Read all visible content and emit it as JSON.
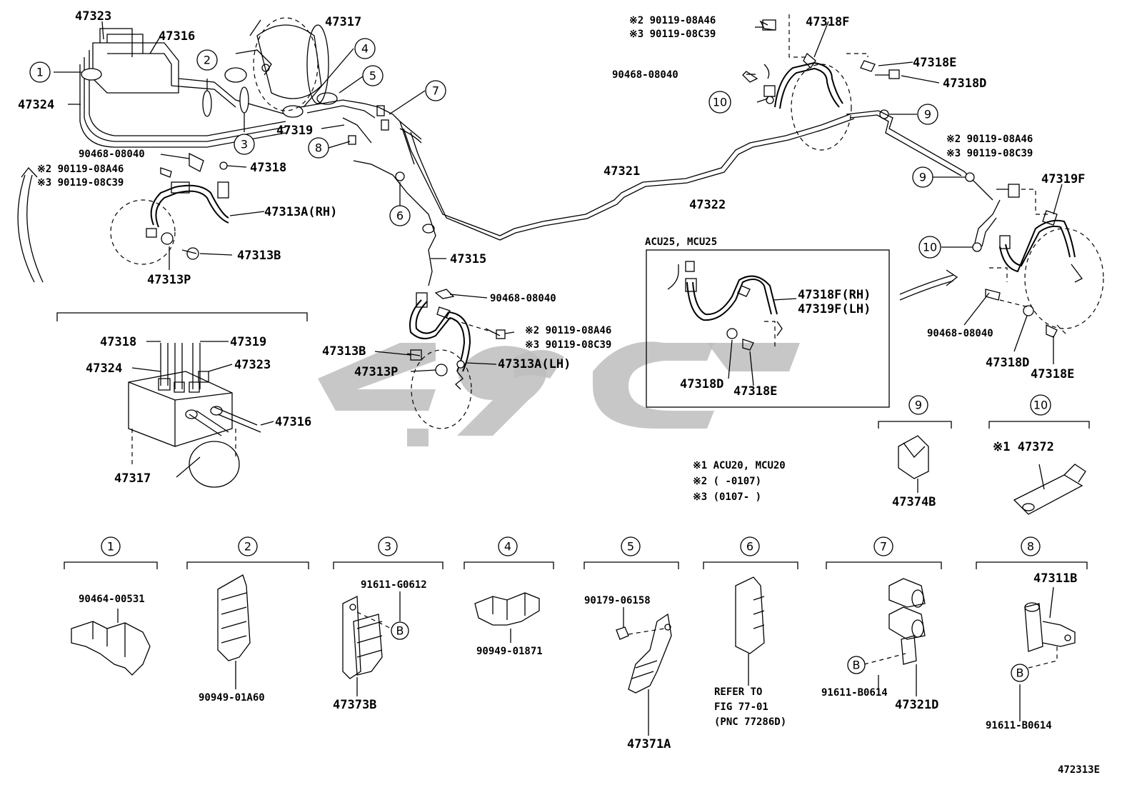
{
  "diagram_id": "472313E",
  "labels": {
    "p47323": "47323",
    "p47316": "47316",
    "p47317": "47317",
    "p47324": "47324",
    "p47319": "47319",
    "p90468_a": "90468-08040",
    "p47318": "47318",
    "n2_a": "※2 90119-08A46",
    "n3_a": "※3 90119-08C39",
    "p47313a_rh": "47313A(RH)",
    "p47313b_a": "47313B",
    "p47313p_a": "47313P",
    "p47315": "47315",
    "p47321": "47321",
    "p47322": "47322",
    "n2_b": "※2 90119-08A46",
    "n3_b": "※3 90119-08C39",
    "p90468_b": "90468-08040",
    "p47318f": "47318F",
    "p47318e_a": "47318E",
    "p47318d_a": "47318D",
    "n2_c": "※2 90119-08A46",
    "n3_c": "※3 90119-08C39",
    "p47319f": "47319F",
    "p90468_c": "90468-08040",
    "n2_d": "※2 90119-08A46",
    "n3_d": "※3 90119-08C39",
    "p47313b_b": "47313B",
    "p47313p_b": "47313P",
    "p47313a_lh": "47313A(LH)",
    "acu": "ACU25, MCU25",
    "p47318f_rh": "47318F(RH)",
    "p47319f_lh": "47319F(LH)",
    "p47318d_b": "47318D",
    "p47318e_b": "47318E",
    "p90468_d": "90468-08040",
    "p47318d_c": "47318D",
    "p47318e_c": "47318E",
    "i_47318": "47318",
    "i_47319": "47319",
    "i_47324": "47324",
    "i_47323": "47323",
    "i_47316": "47316",
    "i_47317": "47317",
    "note1": "※1 ACU20, MCU20",
    "note2": "※2 (      -0107)",
    "note3": "※3 (0107-      )",
    "p47374b": "47374B",
    "p47372": "※1 47372",
    "d1_part": "90464-00531",
    "d2_part": "90949-01A60",
    "d3_a": "91611-G0612",
    "d3_b": "47373B",
    "d4_part": "90949-01871",
    "d5_a": "90179-06158",
    "d5_b": "47371A",
    "d6_a": "REFER TO",
    "d6_b": "FIG 77-01",
    "d6_c": "(PNC 77286D)",
    "d7_a": "91611-B0614",
    "d7_b": "47321D",
    "d8_a": "47311B",
    "d8_b": "91611-B0614",
    "b": "B"
  },
  "callouts": [
    "1",
    "2",
    "3",
    "4",
    "5",
    "6",
    "7",
    "8",
    "9",
    "10"
  ]
}
